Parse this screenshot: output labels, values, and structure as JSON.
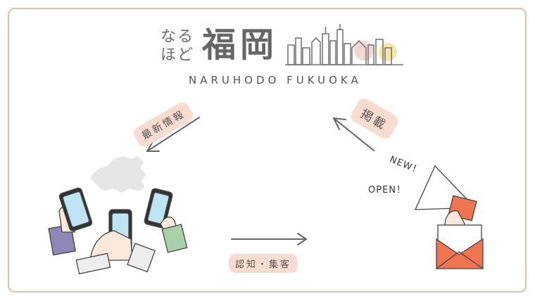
{
  "logo": {
    "kana": "なるほど",
    "kanji": "福岡",
    "subtitle": "NARUHODO FUKUOKA"
  },
  "cycle": {
    "latest_info": "最新情報",
    "listing": "掲載",
    "recognition": "認知・集客"
  },
  "megaphone": {
    "new_label": "NEW！",
    "open_label": "OPEN！"
  },
  "colors": {
    "frame": "#dfc0aa",
    "pill": "#f9dcd0",
    "accent_orange": "#f0744f",
    "sun_yellow": "#f7e6a8",
    "sun_pink": "#f6d6d3"
  }
}
